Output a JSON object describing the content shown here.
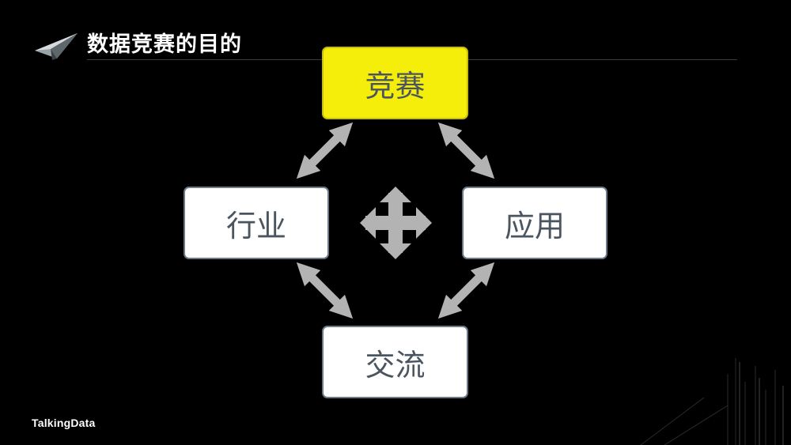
{
  "header": {
    "title": "数据竞赛的目的"
  },
  "diagram": {
    "nodes": {
      "top": "竞赛",
      "left": "行业",
      "right": "应用",
      "bottom": "交流"
    },
    "colors": {
      "highlight": "#f5ee0b",
      "node": "#ffffff",
      "arrow": "#b3b3b3",
      "background": "#000000"
    }
  },
  "footer": {
    "brand": "TalkingData"
  }
}
